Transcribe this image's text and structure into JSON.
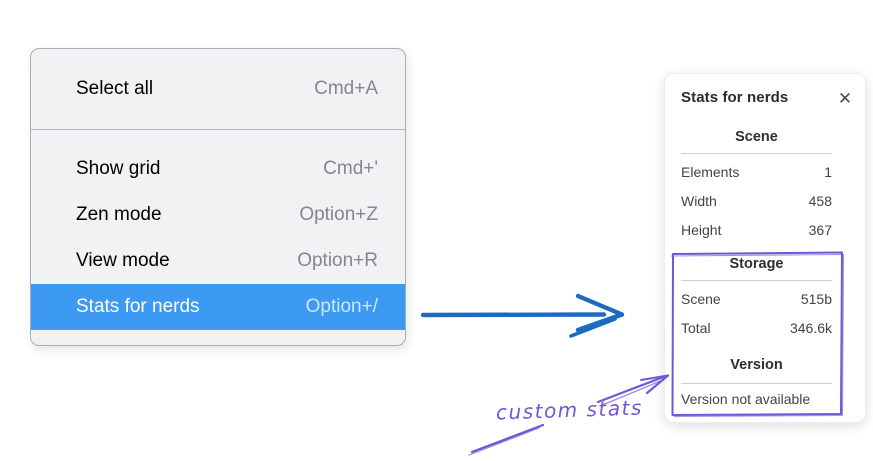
{
  "context_menu": {
    "sections": [
      {
        "items": [
          {
            "label": "Select all",
            "shortcut": "Cmd+A"
          }
        ]
      },
      {
        "items": [
          {
            "label": "Show grid",
            "shortcut": "Cmd+'"
          },
          {
            "label": "Zen mode",
            "shortcut": "Option+Z"
          },
          {
            "label": "View mode",
            "shortcut": "Option+R"
          },
          {
            "label": "Stats for nerds",
            "shortcut": "Option+/"
          }
        ]
      }
    ],
    "selected_item": "Stats for nerds",
    "colors": {
      "highlight": "#3d9af2",
      "background": "#f1f2f4",
      "border": "#a9aeb6"
    }
  },
  "stats_panel": {
    "title": "Stats for nerds",
    "close_icon": "✕",
    "scene": {
      "heading": "Scene",
      "rows": [
        {
          "label": "Elements",
          "value": "1"
        },
        {
          "label": "Width",
          "value": "458"
        },
        {
          "label": "Height",
          "value": "367"
        }
      ]
    },
    "storage": {
      "heading": "Storage",
      "rows": [
        {
          "label": "Scene",
          "value": "515b"
        },
        {
          "label": "Total",
          "value": "346.6k"
        }
      ]
    },
    "version": {
      "heading": "Version",
      "note": "Version not available"
    }
  },
  "annotations": {
    "custom_stats_label": "custom stats",
    "colors": {
      "blue_arrow": "#1b6cc0",
      "purple": "#7156d6"
    }
  }
}
